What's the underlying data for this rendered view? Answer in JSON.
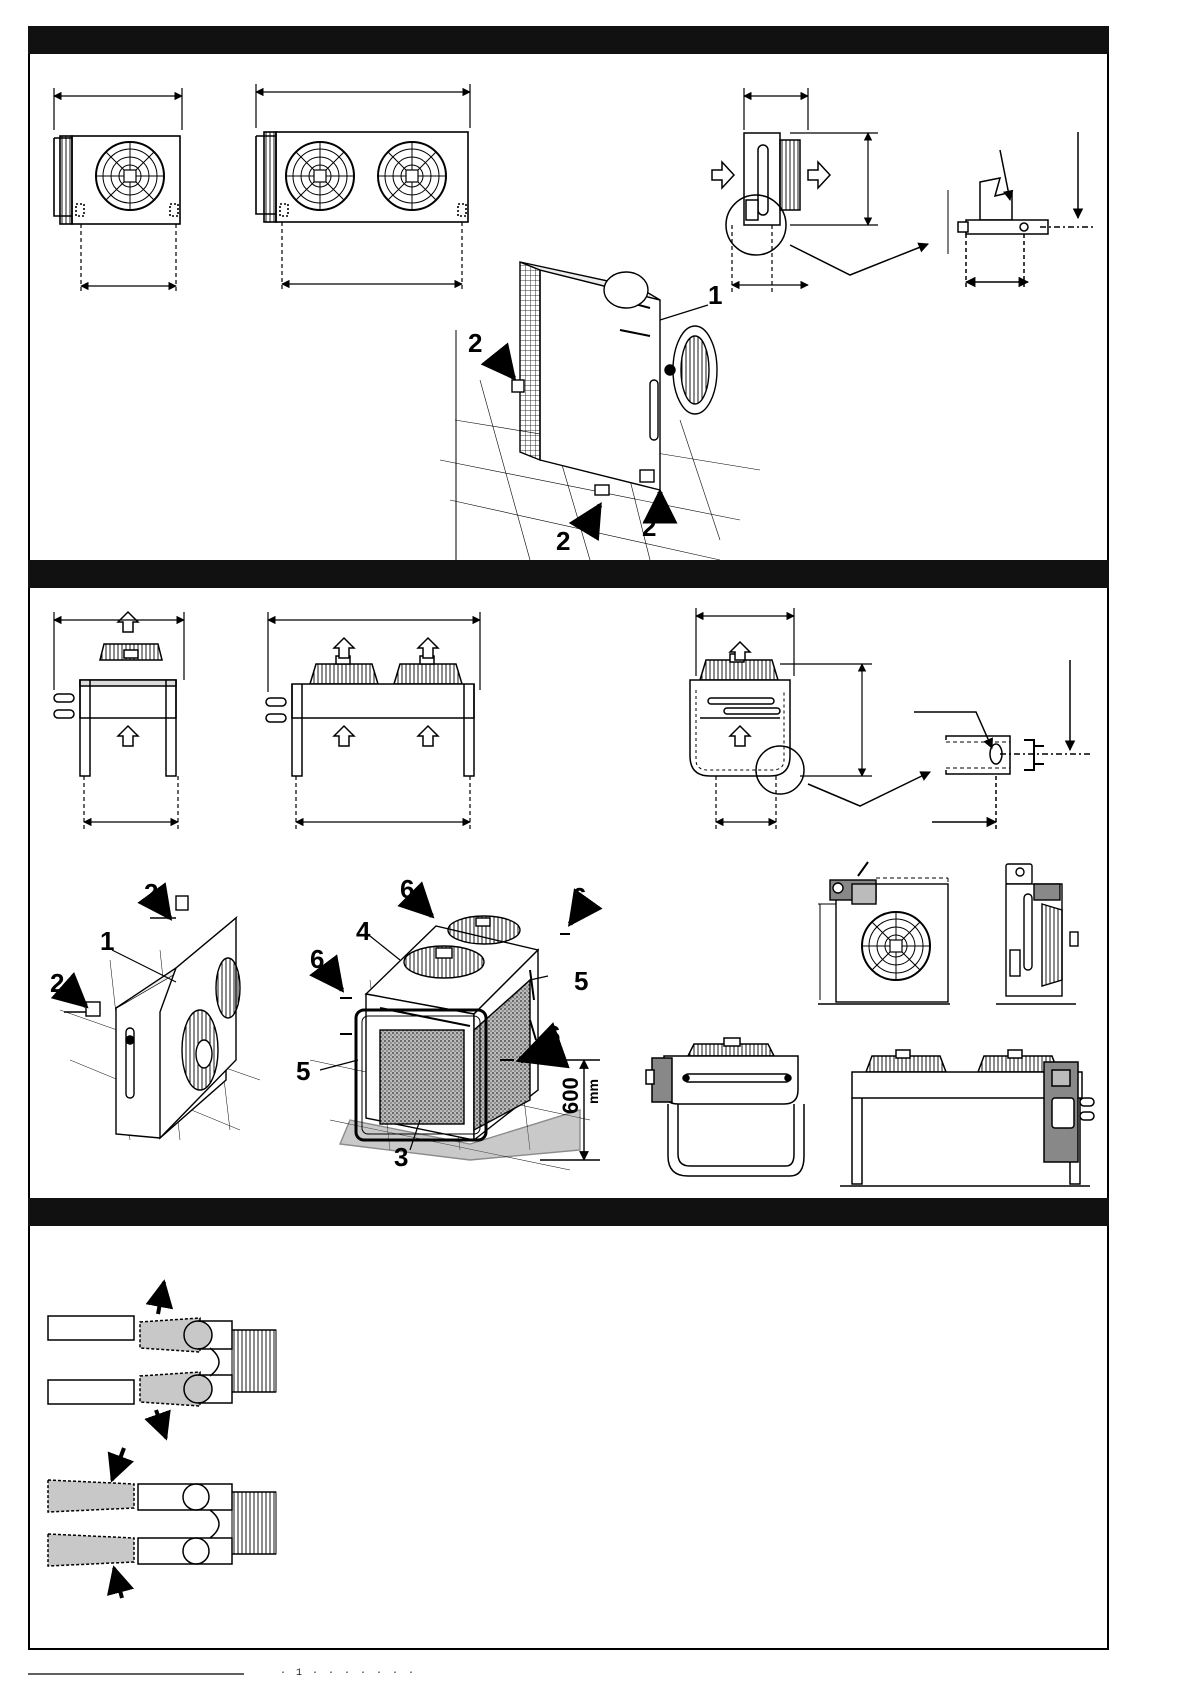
{
  "callouts": {
    "s1_unit": "1",
    "s1_foot_left": "2",
    "s1_foot_front": "2",
    "s1_foot_right": "2",
    "s2_unit_left": "1",
    "s2_bracket_top": "2",
    "s2_bracket_left": "2",
    "s2_casing": "4",
    "s2_screw_top": "6",
    "s2_screw_topright": "6",
    "s2_screw_left": "6",
    "s2_screw_right": "6",
    "s2_frame_right": "5",
    "s2_frame_left": "5",
    "s2_filter": "3"
  },
  "dimension": {
    "clearance_value": "600",
    "clearance_unit": "mm"
  },
  "footer": {
    "code": "· 1 ·  ·  ·  ·  ·  ·  ·"
  },
  "colors": {
    "band": "#111111",
    "shade": "#c8c8c8",
    "line": "#000000"
  }
}
